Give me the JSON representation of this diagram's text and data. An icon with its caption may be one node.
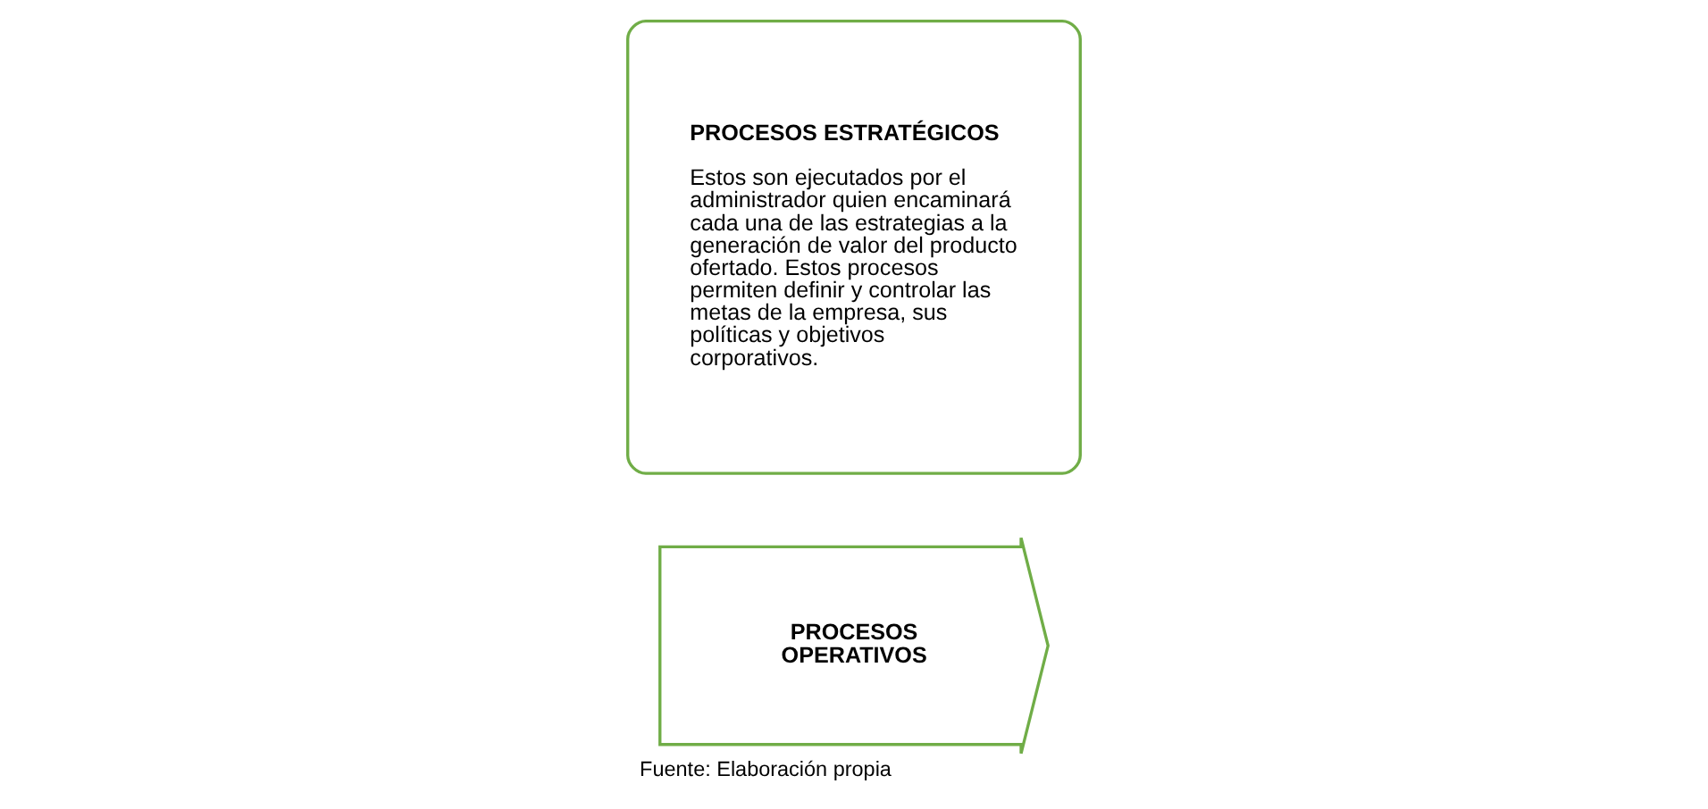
{
  "diagram": {
    "caption": "Fuente: Elaboración propia",
    "nodes": [
      {
        "text": [
          "PROCESOS OPERATIVOS"
        ]
      },
      {
        "text": [
          "PROCESOS ESTRATÉGICOS",
          "Estos son ejecutados por el administrador quien encaminará cada una de las estrategias a la generación de valor del producto ofertado. Estos procesos permiten definir y controlar las metas de la empresa, sus políticas y objetivos corporativos."
        ]
      }
    ]
  }
}
